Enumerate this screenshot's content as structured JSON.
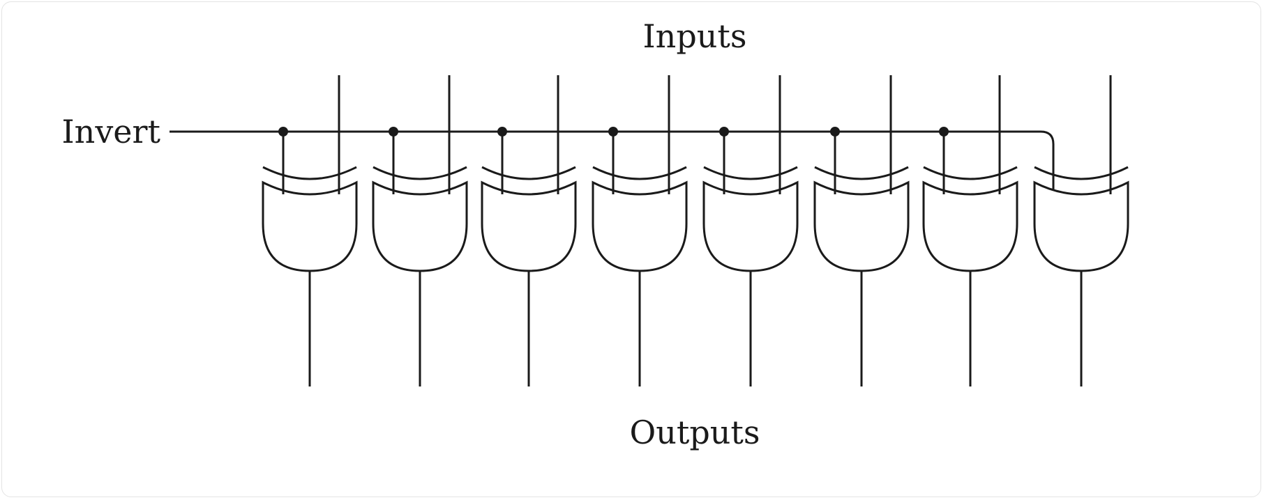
{
  "labels": {
    "inputs": "Inputs",
    "invert": "Invert",
    "outputs": "Outputs"
  },
  "diagram": {
    "gate_type": "xor",
    "gate_count": 8,
    "line_color": "#1a1a1a"
  }
}
